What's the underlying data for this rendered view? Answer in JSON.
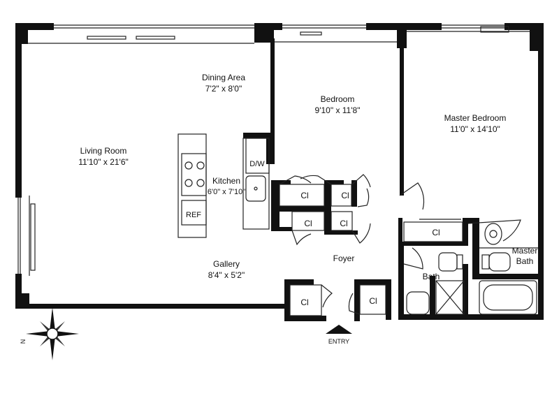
{
  "rooms": {
    "living_room": {
      "name": "Living Room",
      "dims": "11'10\" x 21'6\""
    },
    "dining_area": {
      "name": "Dining Area",
      "dims": "7'2\" x 8'0\""
    },
    "kitchen": {
      "name": "Kitchen",
      "dims": "6'0\" x 7'10\""
    },
    "bedroom": {
      "name": "Bedroom",
      "dims": "9'10\" x 11'8\""
    },
    "master_bedroom": {
      "name": "Master Bedroom",
      "dims": "11'0\" x 14'10\""
    },
    "gallery": {
      "name": "Gallery",
      "dims": "8'4\" x 5'2\""
    },
    "foyer": {
      "name": "Foyer"
    },
    "bath": {
      "name": "Bath"
    },
    "master_bath": {
      "name_line1": "Master",
      "name_line2": "Bath"
    }
  },
  "closets": {
    "label": "Cl"
  },
  "fixtures": {
    "dishwasher": "D/W",
    "refrigerator": "REF"
  },
  "entry_label": "ENTRY",
  "compass": {
    "north_letter": "N"
  }
}
